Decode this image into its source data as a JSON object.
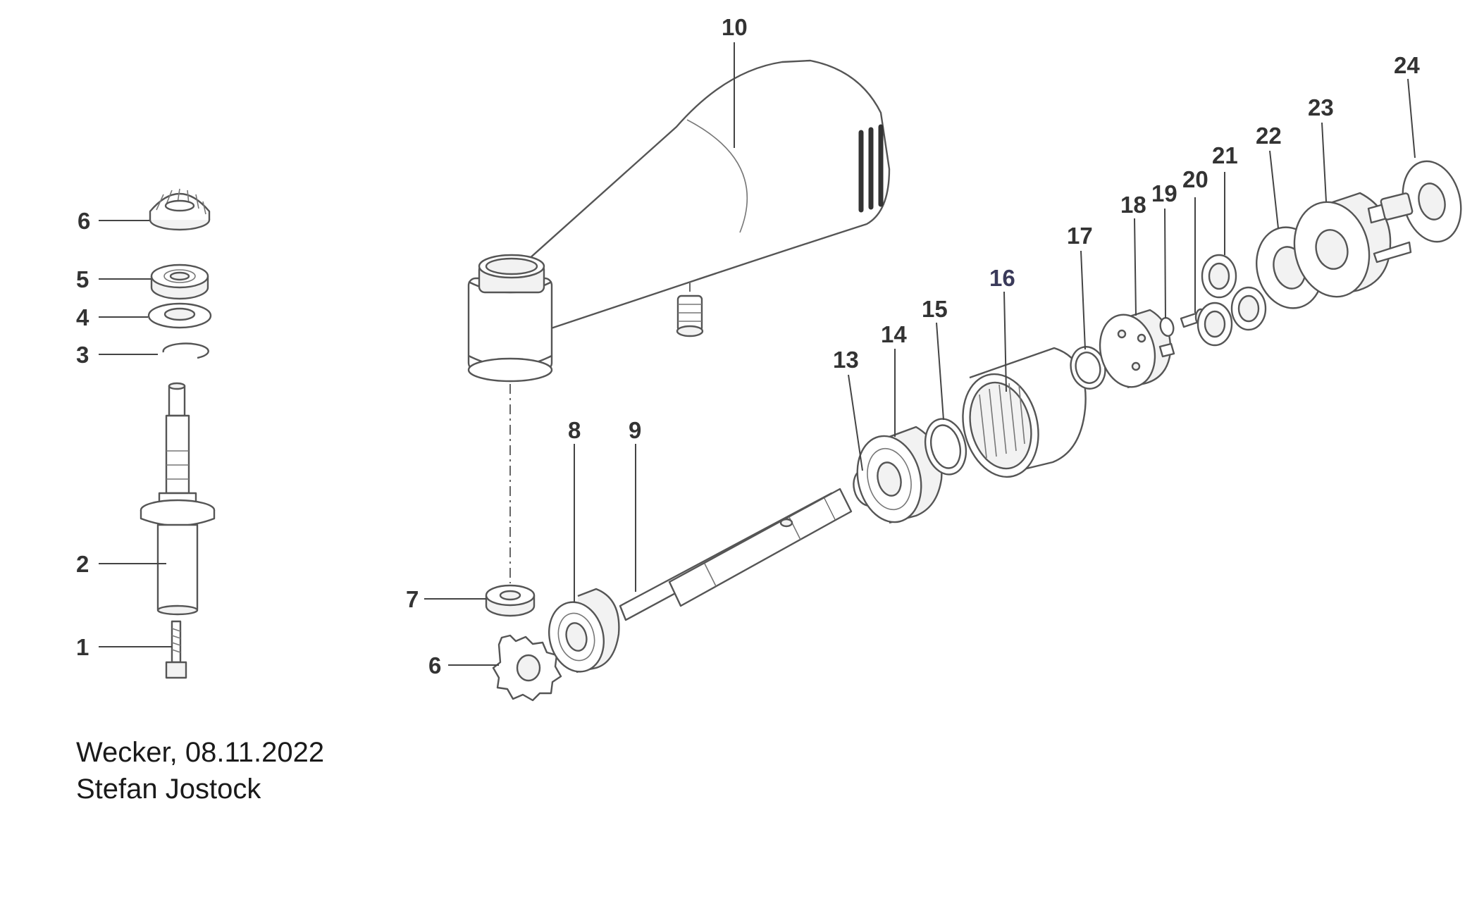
{
  "callouts": {
    "p1": "1",
    "p2": "2",
    "p3": "3",
    "p4": "4",
    "p5": "5",
    "p6_left": "6",
    "p6_bottom": "6",
    "p7": "7",
    "p8": "8",
    "p9": "9",
    "p10": "10",
    "p13": "13",
    "p14": "14",
    "p15": "15",
    "p16": "16",
    "p17": "17",
    "p18": "18",
    "p19": "19",
    "p20": "20",
    "p21": "21",
    "p22": "22",
    "p23": "23",
    "p24": "24"
  },
  "caption": {
    "place_date": "Wecker, 08.11.2022",
    "author": "Stefan Jostock"
  },
  "colors": {
    "line": "#555555",
    "text": "#333333",
    "background": "#ffffff"
  }
}
